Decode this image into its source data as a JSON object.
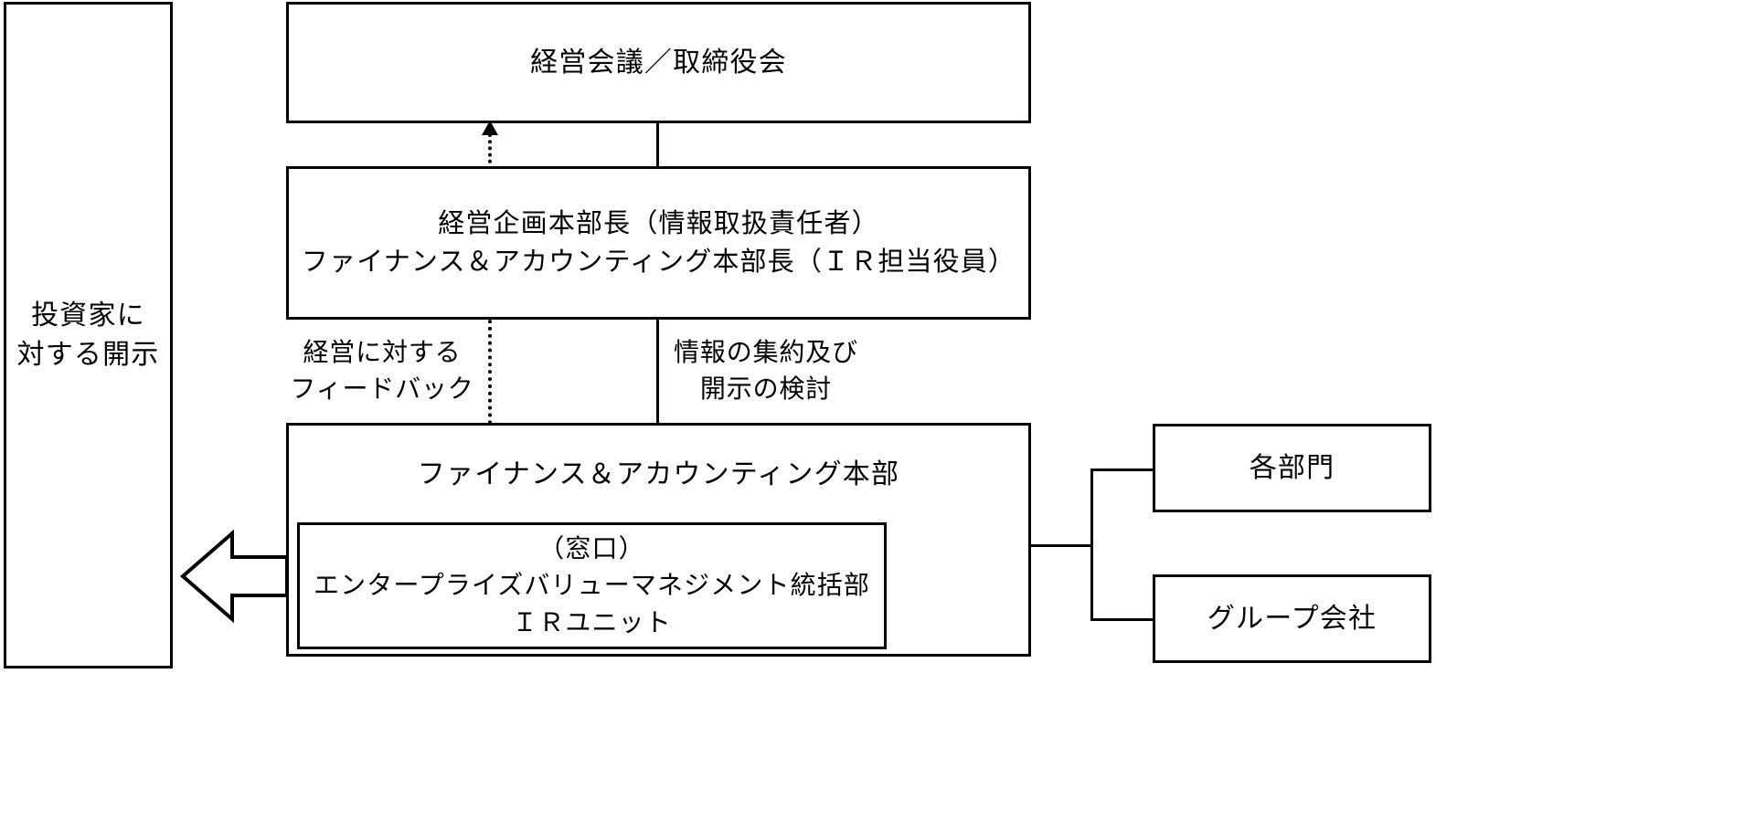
{
  "diagram": {
    "title_text": "",
    "colors": {
      "stroke": "#000000",
      "background": "#ffffff",
      "text": "#000000"
    },
    "boxes": {
      "investor_disclosure": {
        "label": "投資家に\n対する開示"
      },
      "management_meeting": {
        "label": "経営会議／取締役会"
      },
      "executive_officers": {
        "label": "経営企画本部長（情報取扱責任者）\nファイナンス＆アカウンティング本部長（ＩＲ担当役員）"
      },
      "finance_accounting_div": {
        "label": "ファイナンス＆アカウンティング本部"
      },
      "ir_window_unit": {
        "label": "（窓口）\nエンタープライズバリューマネジメント統括部\nＩＲユニット"
      },
      "departments": {
        "label": "各部門"
      },
      "group_companies": {
        "label": "グループ会社"
      }
    },
    "connector_labels": {
      "feedback": "経営に対する\nフィードバック",
      "aggregation": "情報の集約及び\n開示の検討"
    },
    "connectors": {
      "feedback_arrow": "dotted-up-arrow",
      "information_flow": "solid-down-line",
      "disclosure_arrow": "left-block-arrow"
    }
  }
}
